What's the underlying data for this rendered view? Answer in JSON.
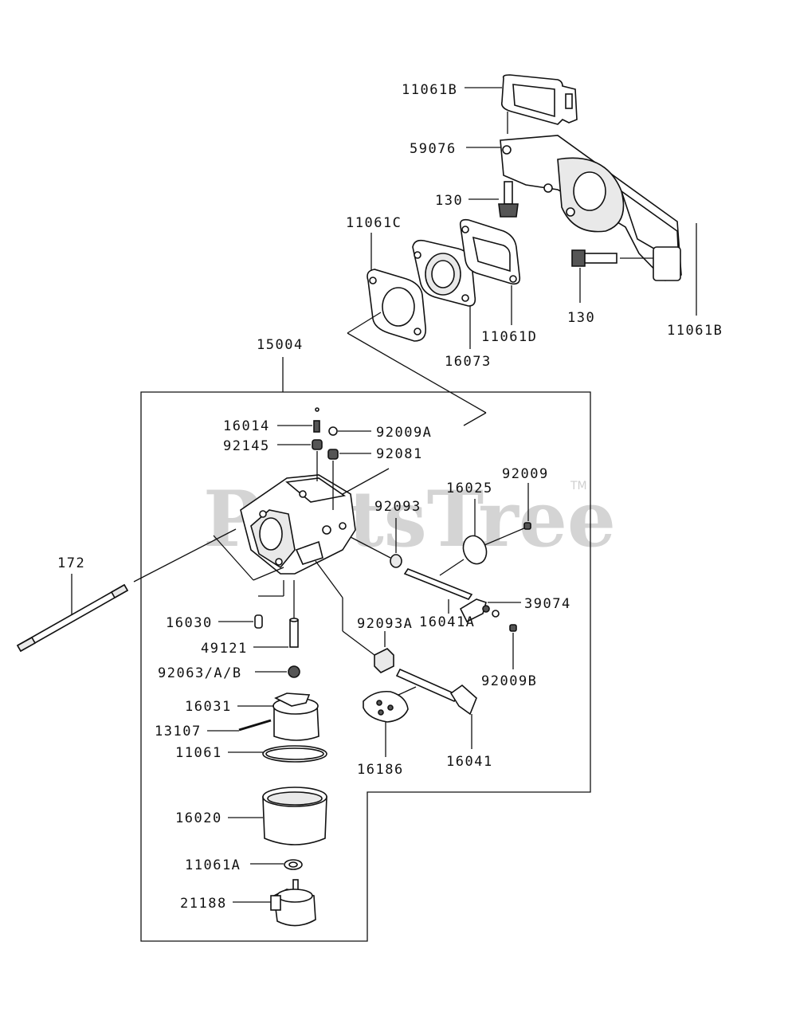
{
  "watermark": {
    "text": "PartsTree",
    "trademark": "TM"
  },
  "labels": {
    "p11061B_top": "11061B",
    "p59076": "59076",
    "p130_top": "130",
    "p11061C": "11061C",
    "p130_right": "130",
    "p11061D": "11061D",
    "p16073": "16073",
    "p11061B_right": "11061B",
    "p15004": "15004",
    "p16014": "16014",
    "p92009A": "92009A",
    "p92145": "92145",
    "p92081": "92081",
    "p92009": "92009",
    "p16025": "16025",
    "p92093": "92093",
    "p172": "172",
    "p39074": "39074",
    "p92093A": "92093A",
    "p16030": "16030",
    "p16041A": "16041A",
    "p49121": "49121",
    "p92063AB": "92063/A/B",
    "p92009B": "92009B",
    "p16031": "16031",
    "p13107": "13107",
    "p11061": "11061",
    "p16186": "16186",
    "p16041": "16041",
    "p16020": "16020",
    "p11061A": "11061A",
    "p21188": "21188"
  }
}
